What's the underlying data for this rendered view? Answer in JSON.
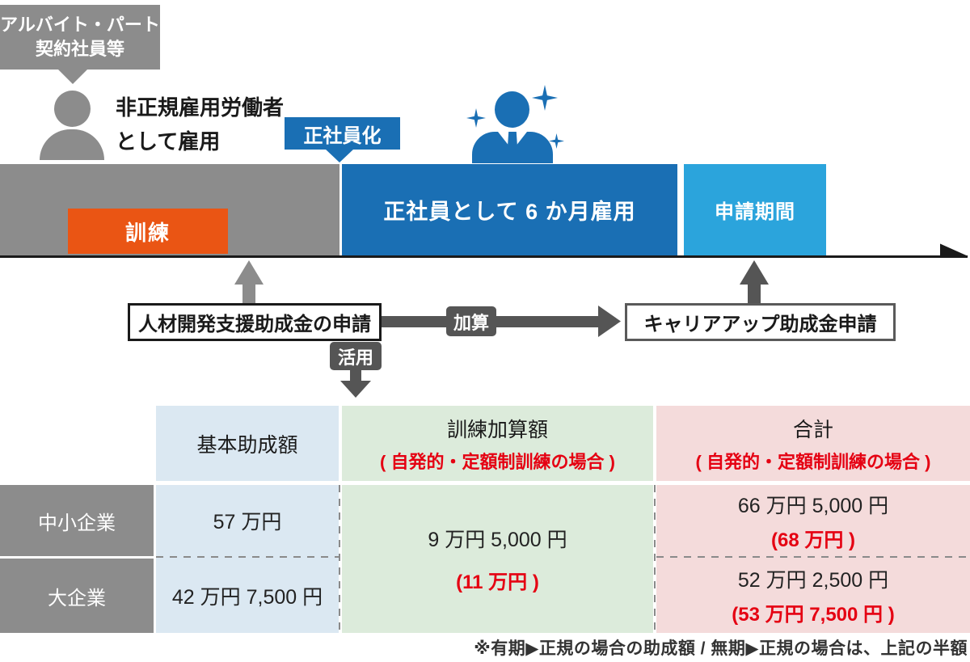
{
  "colors": {
    "gray": "#8c8c8c",
    "dark_gray": "#555555",
    "blue": "#1a6fb4",
    "light_blue": "#2ba4dc",
    "orange": "#ea5514",
    "red": "#e50012",
    "table_blue": "#dbe8f2",
    "table_green": "#dcebdb",
    "table_pink": "#f4dbdb"
  },
  "bubble": {
    "line1": "アルバイト・パート",
    "line2": "契約社員等"
  },
  "hire": {
    "line1": "非正規雇用労働者",
    "line2": "として雇用"
  },
  "badge": {
    "label": "正社員化"
  },
  "timeline": {
    "training": "訓練",
    "regular": "正社員として 6 か月雇用",
    "application": "申請期間"
  },
  "flow": {
    "hrd_box": "人材開発支援助成金の申請",
    "add_label": "加算",
    "career_box": "キャリアアップ助成金申請",
    "use_label": "活用"
  },
  "table": {
    "headers": [
      {
        "title": "基本助成額"
      },
      {
        "title": "訓練加算額",
        "subtitle": "( 自発的・定額制訓練の場合 )"
      },
      {
        "title": "合計",
        "subtitle": "( 自発的・定額制訓練の場合 )"
      }
    ],
    "rows": [
      {
        "label": "中小企業",
        "basic": "57 万円",
        "total": "66 万円 5,000 円",
        "total_note": "(68 万円 )"
      },
      {
        "label": "大企業",
        "basic": "42 万円 7,500 円",
        "total": "52 万円 2,500 円",
        "total_note": "(53 万円 7,500 円 )"
      }
    ],
    "addition": {
      "value": "9 万円 5,000 円",
      "note": "(11 万円 )"
    }
  },
  "footnote": "※有期▶正規の場合の助成額 / 無期▶正規の場合は、上記の半額"
}
